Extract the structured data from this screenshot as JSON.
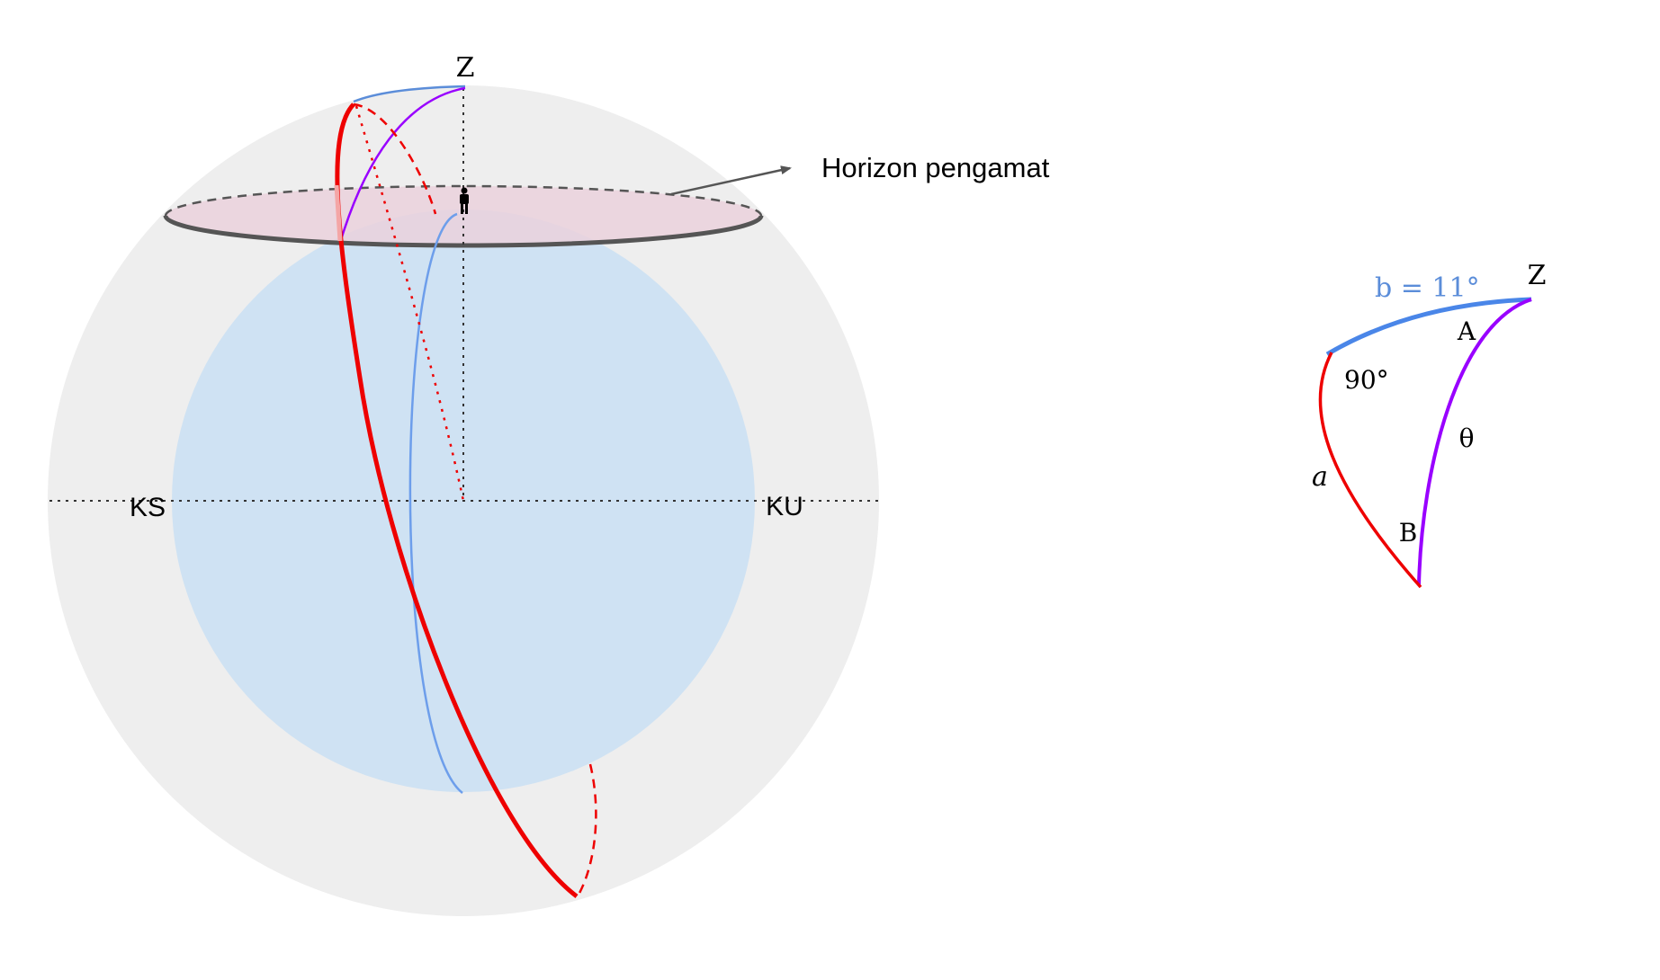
{
  "labels": {
    "zenith": "Z",
    "south_pole": "KS",
    "north_pole": "KU",
    "horizon": "Horizon pengamat"
  },
  "triangle": {
    "zenith": "Z",
    "side_b": "b = 11°",
    "angle_a": "A",
    "right_angle": "90°",
    "side_theta": "θ",
    "side_a": "a",
    "angle_b": "B"
  },
  "colors": {
    "celestial_sphere": "#eeeeee",
    "earth": "#cfe2f3",
    "horizon_fill": "#ead1dc",
    "red_arc": "#ee0000",
    "blue_arc": "#5b8dd9",
    "purple_arc": "#9900ff",
    "axis": "#555555"
  },
  "icons": {
    "observer": "person-icon",
    "pointer": "arrow-icon"
  }
}
